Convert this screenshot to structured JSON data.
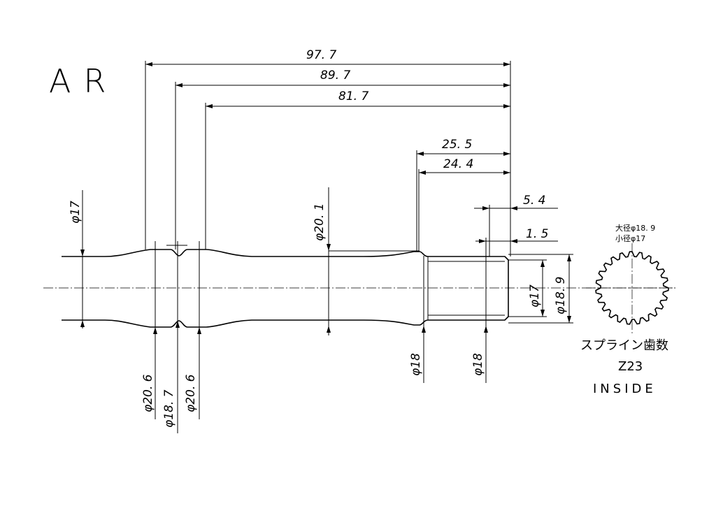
{
  "title": "AR",
  "dimensions": {
    "length_97_7": "97. 7",
    "length_89_7": "89. 7",
    "length_81_7": "81. 7",
    "length_25_5": "25. 5",
    "length_24_4": "24. 4",
    "length_5_4": "5. 4",
    "length_1_5": "1. 5",
    "dia_17_left": "φ17",
    "dia_20_1": "φ20. 1",
    "dia_20_6_a": "φ20. 6",
    "dia_18_7": "φ18. 7",
    "dia_20_6_b": "φ20. 6",
    "dia_18_a": "φ18",
    "dia_18_b": "φ18",
    "dia_17_right": "φ17",
    "dia_18_9": "φ18. 9"
  },
  "spline": {
    "major_dia": "大径φ18. 9",
    "minor_dia": "小径φ17",
    "label": "スプライン歯数",
    "teeth": "Z23",
    "position": "INSIDE"
  }
}
